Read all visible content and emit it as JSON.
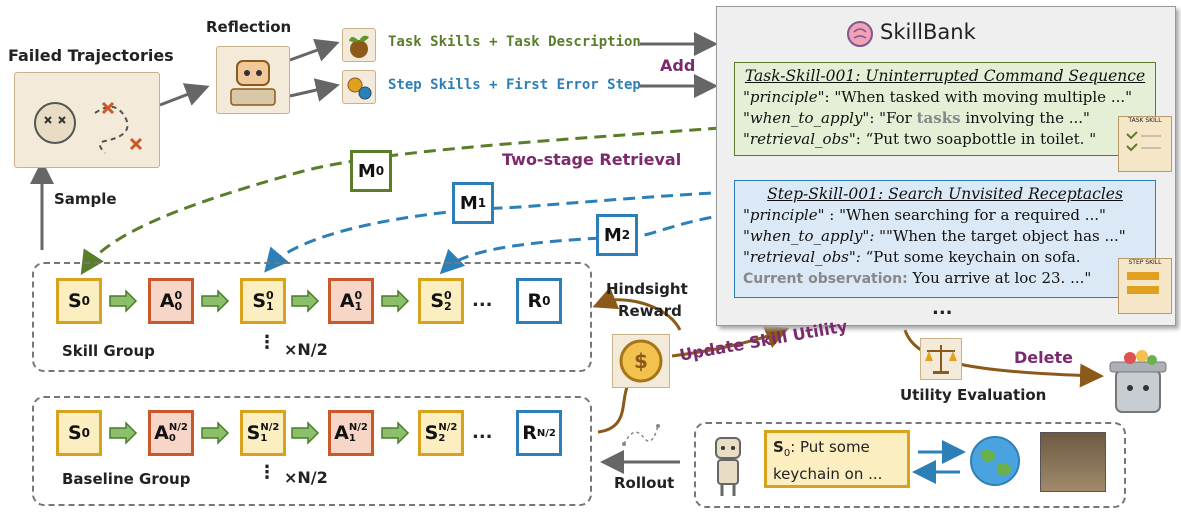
{
  "labels": {
    "failed": "Failed Trajectories",
    "reflection": "Reflection",
    "sample": "Sample",
    "task_skills": "Task Skills + Task Description",
    "step_skills": "Step Skills + First Error Step",
    "add": "Add",
    "skillbank": "SkillBank",
    "two_stage": "Two-stage Retrieval",
    "hindsight": "Hindsight",
    "reward": "Reward",
    "update": "Update Skill Utility",
    "delete": "Delete",
    "utility_eval": "Utility Evaluation",
    "rollout": "Rollout",
    "skill_group": "Skill Group",
    "baseline_group": "Baseline Group",
    "times_n2": "×N/2",
    "dots": "...",
    "ellipsis_bank": "...",
    "vdots": "⋮"
  },
  "memory": {
    "m0": "M",
    "m0_sub": "0",
    "m1": "M",
    "m1_sub": "1",
    "m2": "M",
    "m2_sub": "2"
  },
  "task_skill": {
    "header": "Task-Skill-001: Uninterrupted Command Sequence",
    "principle_key": "\"principle\"",
    "principle_val": ": \"When tasked with moving multiple ...\"",
    "when_key": "\"when_to_apply\"",
    "when_val_a": ": \"For ",
    "when_val_b": "tasks",
    "when_val_c": " involving the ...\"",
    "retr_key": "\"retrieval_obs\"",
    "retr_val": ": “Put two soapbottle in toilet. \"",
    "tag": "TASK SKILL"
  },
  "step_skill": {
    "header": "Step-Skill-001: Search Unvisited Receptacles",
    "principle_key": "\"principle\"",
    "principle_val": " : \"When searching for a required ...\"",
    "when_key": "\"when_to_apply\":",
    "when_val": " \"\"When the target object has ...\"",
    "retr_key": "\"retrieval_obs\":",
    "retr_val": " “Put some keychain on sofa.",
    "obs_key": "Current observation:",
    "obs_val": " You arrive at loc 23. ...\"",
    "tag": "STEP SKILL"
  },
  "skill_group": {
    "s0": "S",
    "s0_sub": "0",
    "a0": "A",
    "a0_sup": "0",
    "a0_sub": "0",
    "s1": "S",
    "s1_sup": "0",
    "s1_sub": "1",
    "a1": "A",
    "a1_sup": "0",
    "a1_sub": "1",
    "s2": "S",
    "s2_sup": "0",
    "s2_sub": "2",
    "r": "R",
    "r_sup": "0"
  },
  "baseline_group": {
    "s0": "S",
    "s0_sub": "0",
    "a0": "A",
    "a0_sup": "N/2",
    "a0_sub": "0",
    "s1": "S",
    "s1_sup": "N/2",
    "s1_sub": "1",
    "a1": "A",
    "a1_sup": "N/2",
    "a1_sub": "1",
    "s2": "S",
    "s2_sup": "N/2",
    "s2_sub": "2",
    "r": "R",
    "r_sup": "N/2"
  },
  "env": {
    "s0": "S",
    "s0_sub": "0",
    "text_a": ": Put some",
    "text_b": "keychain on ..."
  },
  "colors": {
    "green": "#5a7d2a",
    "blue": "#2d7fb8",
    "purple": "#7b2a6e",
    "gray_arrow": "#666666",
    "brown": "#8b5a1a"
  }
}
